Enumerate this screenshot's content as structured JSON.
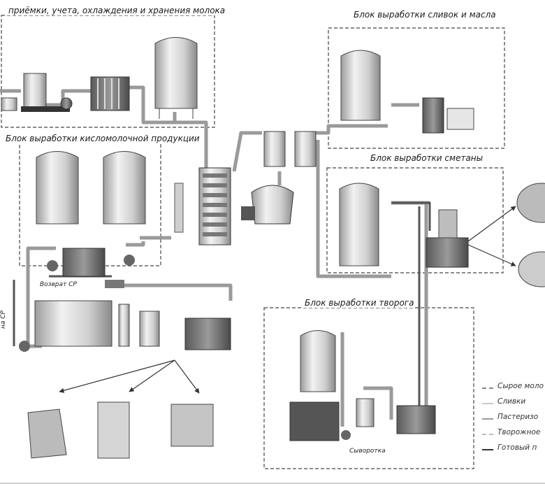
{
  "blocks": {
    "reception": "приёмки, учета, охлаждения и хранения молока",
    "cream_butter": "Блок выработки сливок и масла",
    "fermented": "Блок выработки кисломолочной продукции",
    "sour_cream": "Блок выработки сметаны",
    "cottage": "Блок выработки творога"
  },
  "labels": {
    "cip_return": "Возврат СР",
    "cip_supply": "на СР",
    "whey": "Сыворотка"
  },
  "legend": [
    {
      "label": "Сырое моло",
      "color": "#8a8a8a",
      "style": "dashed"
    },
    {
      "label": "Сливки",
      "color": "#c9c9c9",
      "style": "solid"
    },
    {
      "label": "Пастеризо",
      "color": "#9a9a9a",
      "style": "solid"
    },
    {
      "label": "Творожное",
      "color": "#bdbdbd",
      "style": "dashed"
    },
    {
      "label": "Готовый п",
      "color": "#333333",
      "style": "solid"
    }
  ],
  "colors": {
    "pipe": "#9a9a9a",
    "equipment": "#cfcfcf",
    "dark": "#555555",
    "border": "#444444"
  }
}
